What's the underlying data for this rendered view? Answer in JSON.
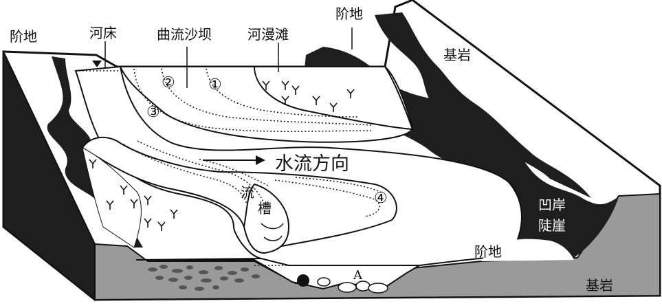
{
  "labels": {
    "terrace_left": "阶地",
    "riverbed": "河床",
    "point_bar": "曲流沙坝",
    "floodplain": "河漫滩",
    "terrace_top": "阶地",
    "bedrock_top": "基岩",
    "flow_direction": "水流方向",
    "trough_1": "流",
    "trough_2": "槽",
    "concave_1": "凹岸",
    "concave_2": "陡崖",
    "terrace_bottom": "阶地",
    "bedrock_bottom": "基岩",
    "point_a": "A"
  },
  "markers": [
    "①",
    "②",
    "③",
    "④"
  ],
  "colors": {
    "ink": "#111111",
    "dark": "#1e1e1e",
    "bedrock_gray": "#9a9a9a",
    "paper": "#ffffff"
  }
}
